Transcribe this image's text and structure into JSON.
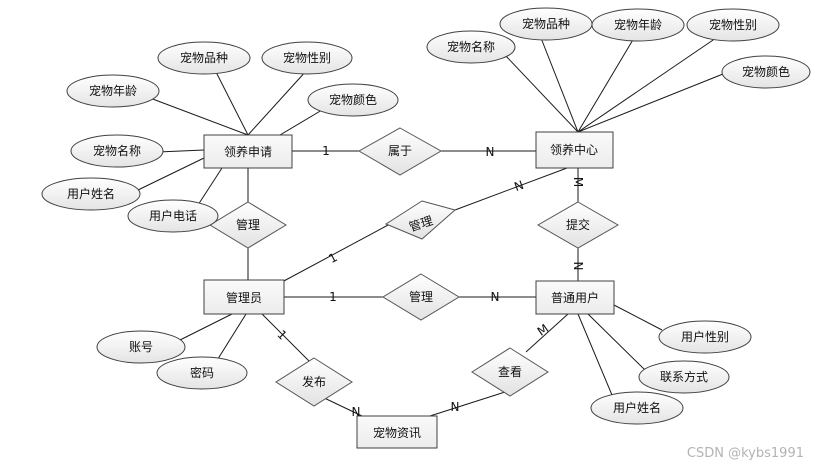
{
  "entities": {
    "adoption_application": "领养申请",
    "adoption_center": "领养中心",
    "administrator": "管理员",
    "regular_user": "普通用户",
    "pet_news": "宠物资讯"
  },
  "relationships": {
    "belongs_to": "属于",
    "manage_app": "管理",
    "manage_center": "管理",
    "manage_user": "管理",
    "submit": "提交",
    "publish": "发布",
    "view": "查看"
  },
  "attributes": {
    "app_pet_breed": "宠物品种",
    "app_pet_gender": "宠物性别",
    "app_pet_age": "宠物年龄",
    "app_pet_color": "宠物颜色",
    "app_pet_name": "宠物名称",
    "app_user_name": "用户姓名",
    "app_user_phone": "用户电话",
    "center_pet_breed": "宠物品种",
    "center_pet_age": "宠物年龄",
    "center_pet_gender": "宠物性别",
    "center_pet_name": "宠物名称",
    "center_pet_color": "宠物颜色",
    "admin_account": "账号",
    "admin_password": "密码",
    "user_gender": "用户性别",
    "user_contact": "联系方式",
    "user_name": "用户姓名"
  },
  "cardinalities": {
    "app_belongs": "1",
    "belongs_center": "N",
    "admin_center": "1",
    "center_admin": "N",
    "center_submit": "M",
    "submit_user": "N",
    "admin_user": "1",
    "user_admin": "N",
    "admin_publish": "1",
    "publish_news": "N",
    "news_view": "N",
    "view_user": "M"
  },
  "watermark": "CSDN @kybs1991",
  "colors": {
    "entity_fill": "#f4f4f4",
    "attribute_fill_top": "#ffffff",
    "attribute_fill_bottom": "#e6e6e6",
    "line": "#1a1a1a",
    "watermark": "#b3b3b3"
  }
}
